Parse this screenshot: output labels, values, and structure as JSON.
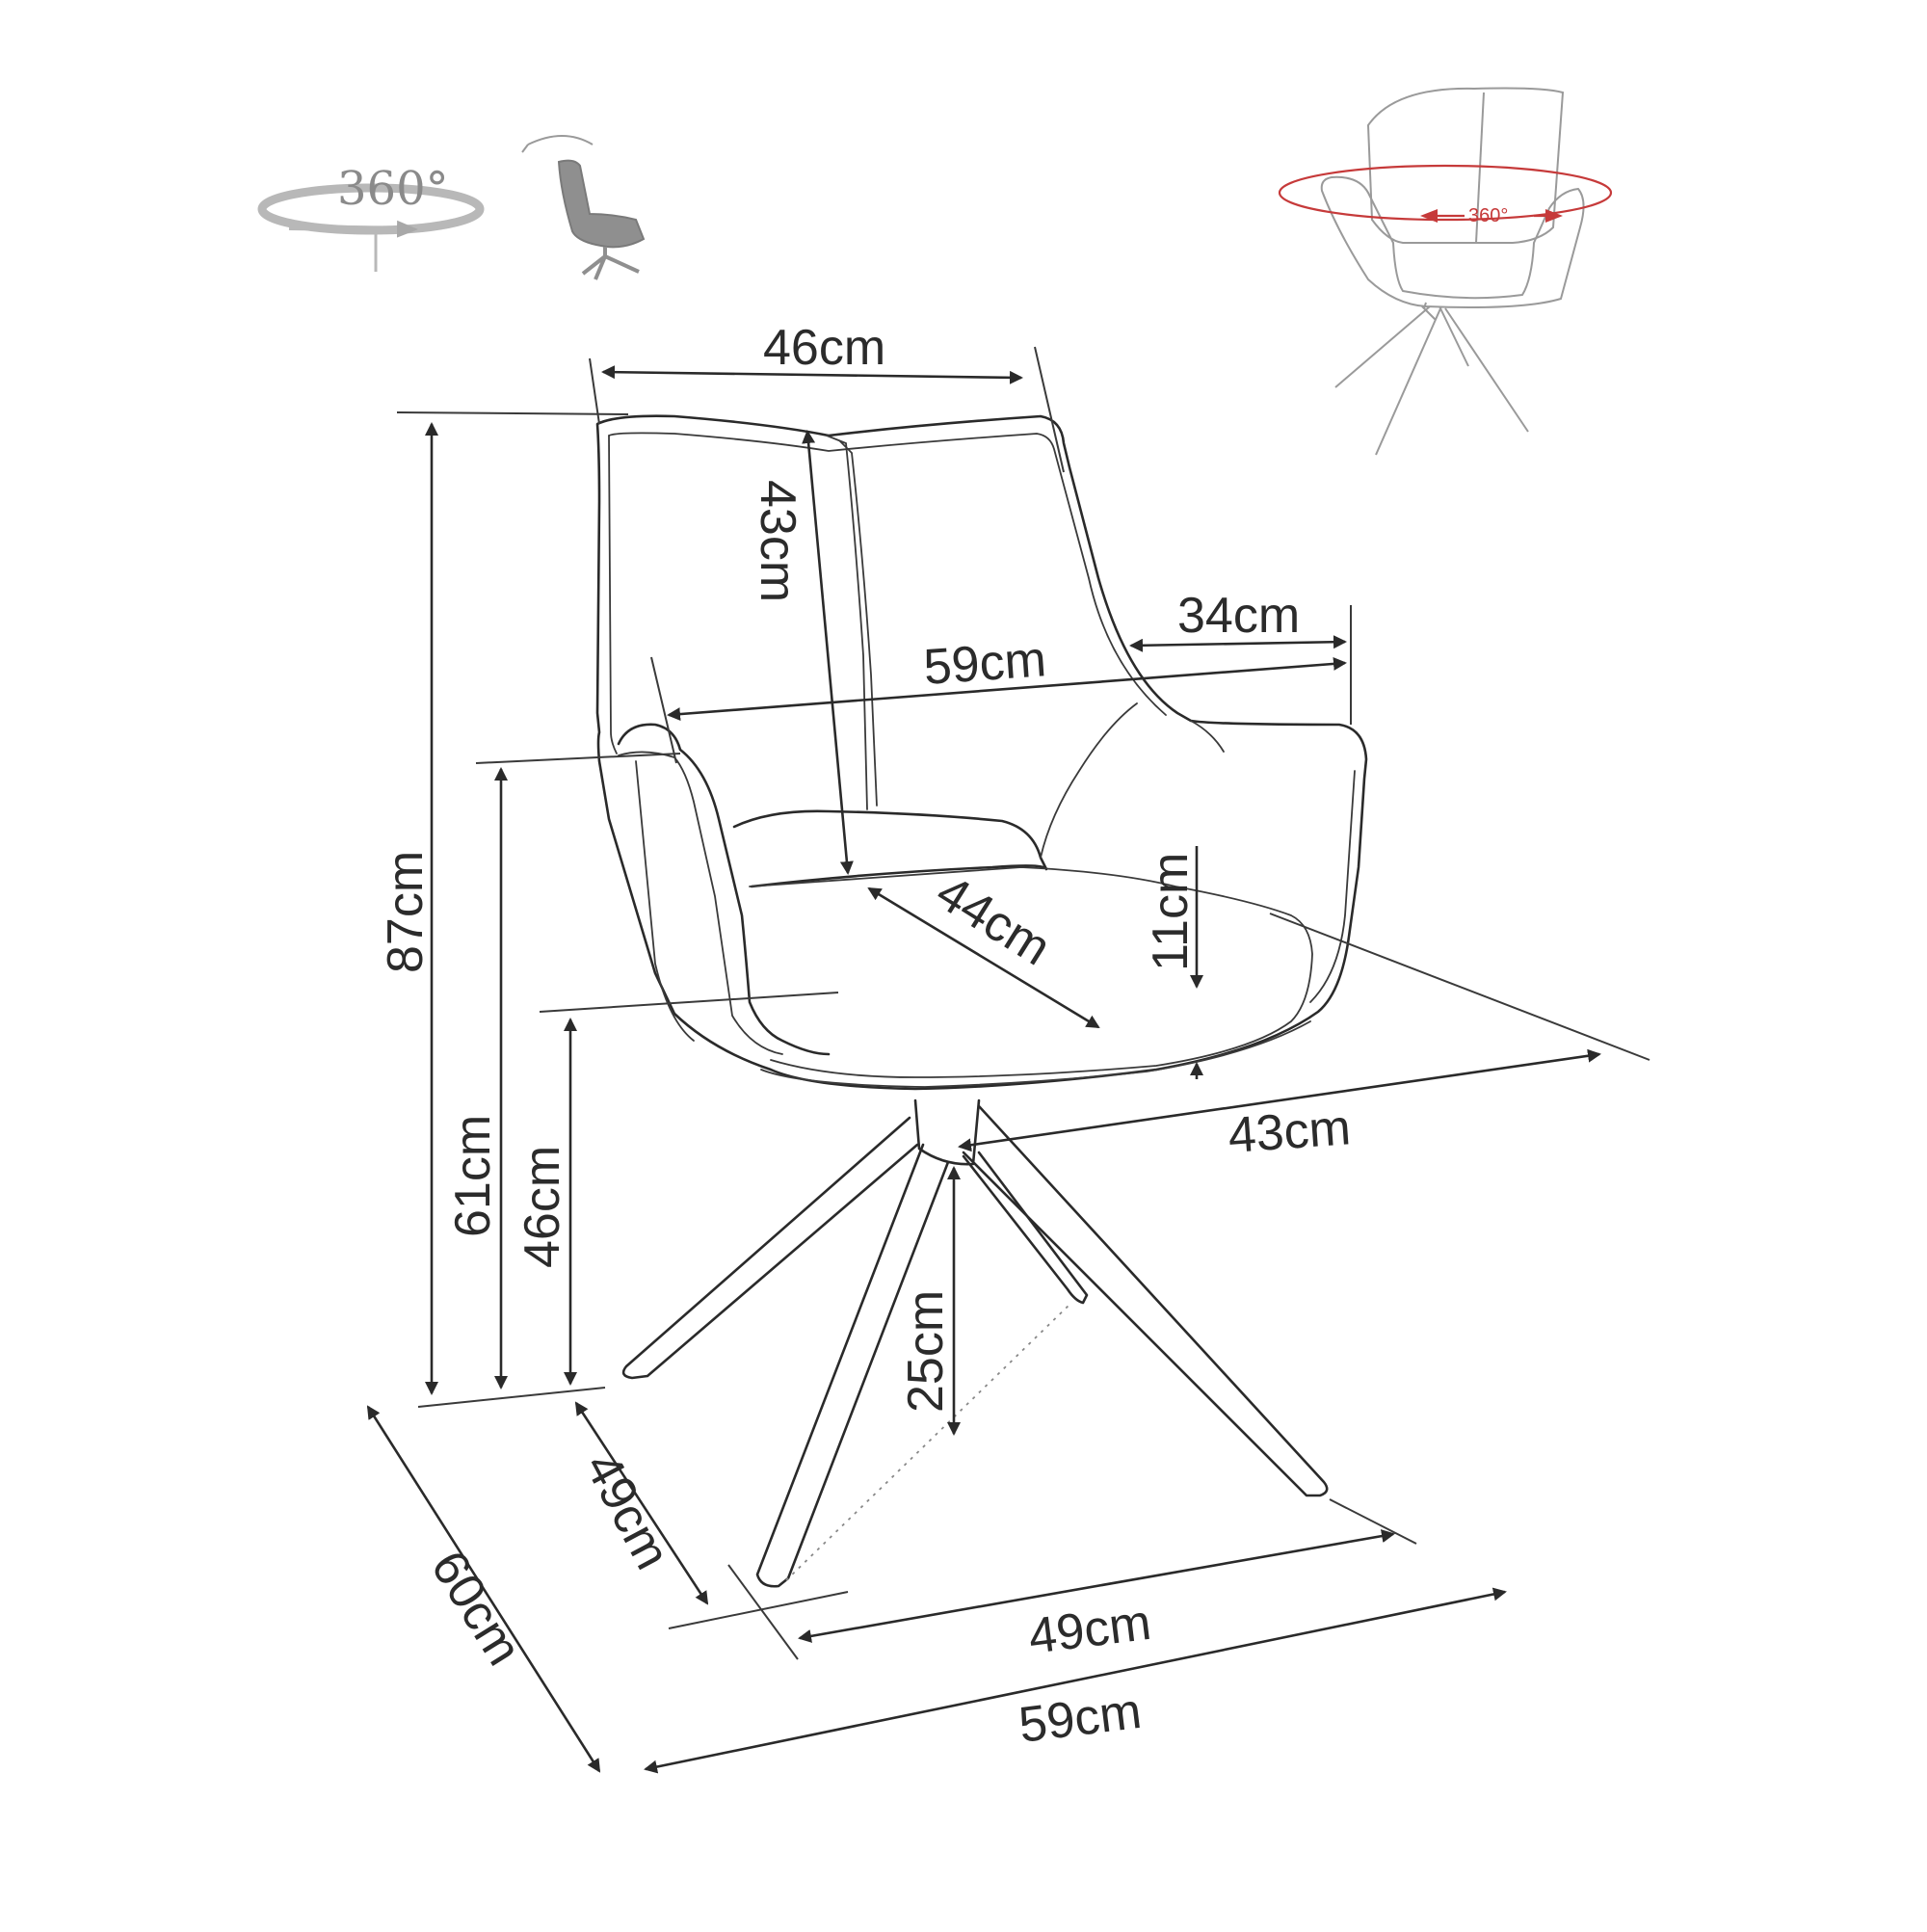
{
  "icons": {
    "rotation_label": "360°",
    "thumbnail_rotation_label": "360°",
    "rotation_color": "#c63a3a"
  },
  "dimensions": {
    "top_width": "46cm",
    "backrest_height": "43cm",
    "armrest_width": "34cm",
    "inner_width": "59cm",
    "total_height": "87cm",
    "armrest_height": "61cm",
    "seat_height": "46cm",
    "seat_depth": "44cm",
    "seat_cushion": "11cm",
    "seat_side_depth": "43cm",
    "base_height": "25cm",
    "leg_depth": "49cm",
    "leg_width": "49cm",
    "total_depth": "60cm",
    "total_width": "59cm"
  }
}
